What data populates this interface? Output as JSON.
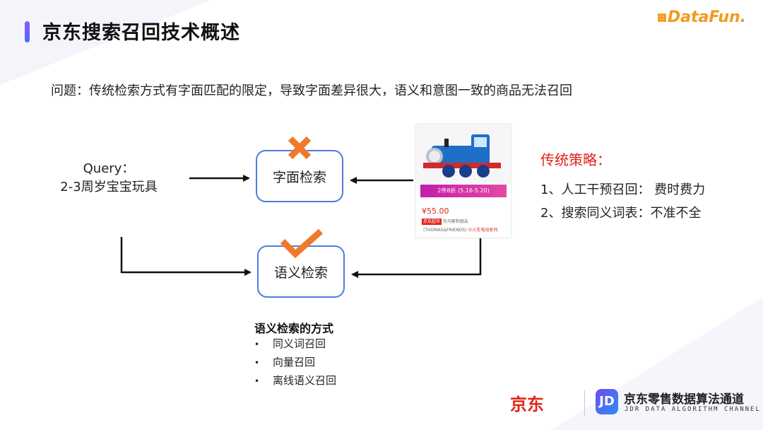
{
  "header": {
    "title": "京东搜索召回技术概述",
    "logo_text": "DataFun."
  },
  "problem": "问题：传统检索方式有字面匹配的限定，导致字面差异很大，语义和意图一致的商品无法召回",
  "query": {
    "line1": "Query：",
    "line2": "2-3周岁宝宝玩具"
  },
  "boxes": {
    "literal": "字面检索",
    "semantic": "语义检索"
  },
  "product": {
    "promo": "2件8折 (5.16-5.20)",
    "price": "¥55.00",
    "tag": "京东超市",
    "tag_text": "托马斯和朋友",
    "desc_brand": "(THOMAS&FRIENDS)",
    "desc_series": "小火车电动系列"
  },
  "strategy": {
    "title": "传统策略：",
    "items": [
      "1、人工干预召回：  费时费力",
      "2、搜索同义词表：不准不全"
    ]
  },
  "semantic_methods": {
    "title": "语义检索的方式",
    "items": [
      "同义词召回",
      "向量召回",
      "离线语义召回"
    ]
  },
  "footer": {
    "jd": "京东",
    "badge": "JD",
    "channel_cn": "京东零售数据算法通道",
    "channel_en": "JDR DATA ALGORITHM CHANNEL"
  },
  "colors": {
    "accent_red": "#e2231a",
    "box_border": "#4a7de0",
    "mark_orange": "#f07a2a",
    "datafun_orange": "#f39a1e"
  },
  "icons": {
    "cross": "cross-icon",
    "check": "check-icon"
  }
}
